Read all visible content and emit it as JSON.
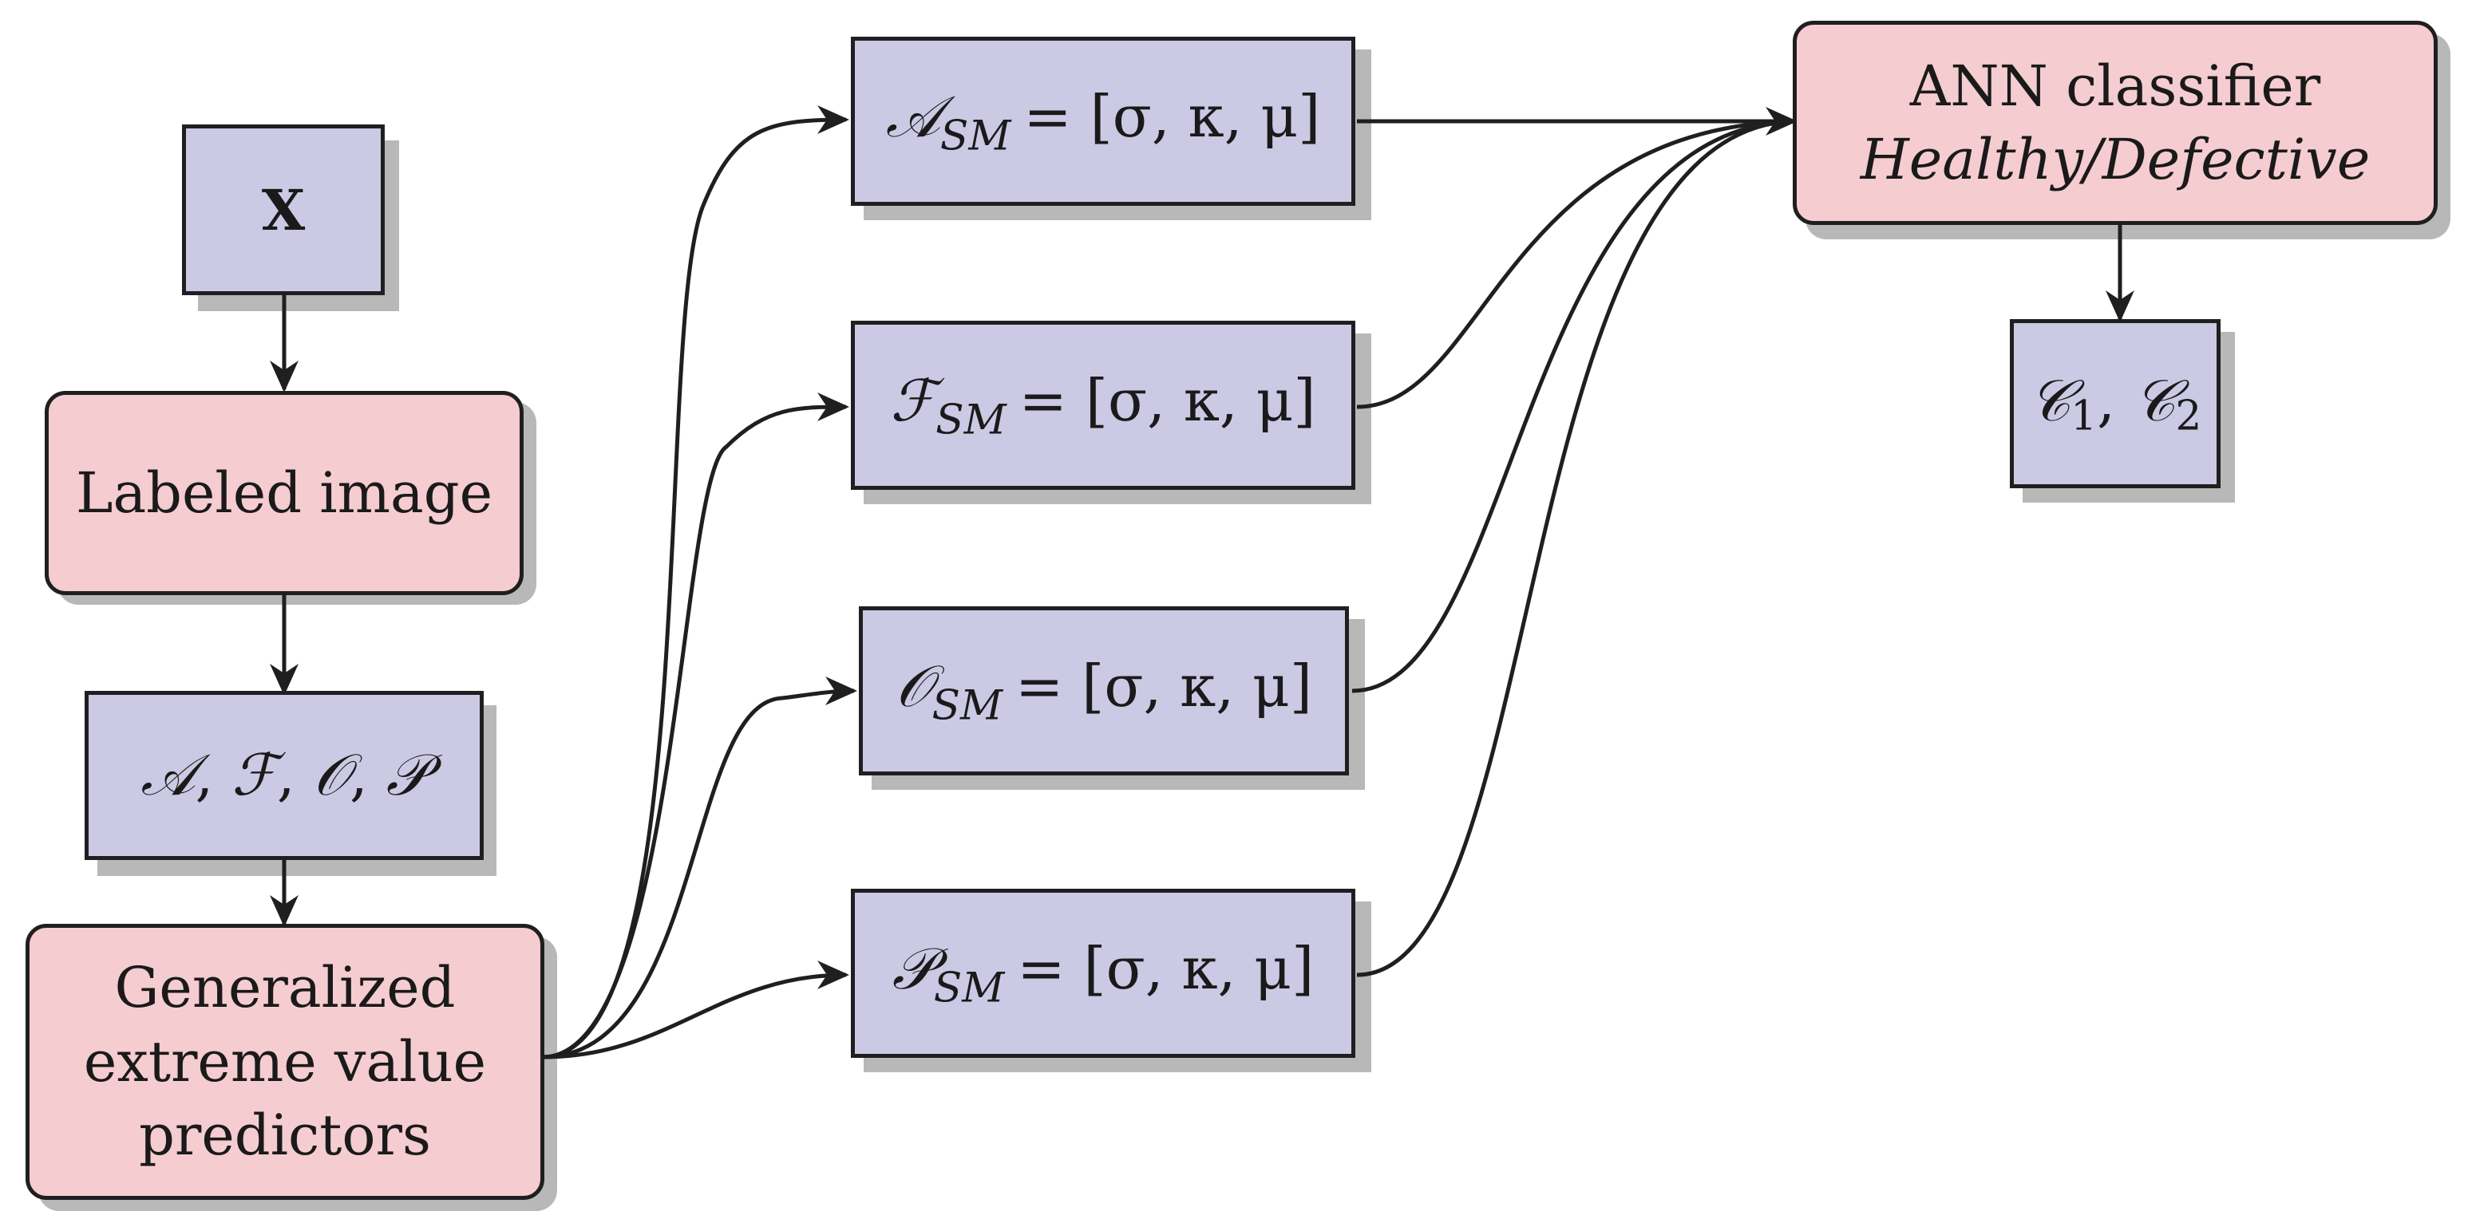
{
  "nodes": {
    "x": {
      "label": "X"
    },
    "labeled_image": {
      "label": "Labeled image"
    },
    "feature_set": {
      "a": "𝒜",
      "f": "ℱ",
      "o": "𝒪",
      "p": "𝒫",
      "sep": ","
    },
    "gev": {
      "line1": "Generalized",
      "line2": "extreme value",
      "line3": "predictors"
    },
    "a_sm": {
      "symbol": "𝒜",
      "subscript": "SM",
      "rhs": "= [σ, κ, μ]"
    },
    "f_sm": {
      "symbol": "ℱ",
      "subscript": "SM",
      "rhs": "= [σ, κ, μ]"
    },
    "o_sm": {
      "symbol": "𝒪",
      "subscript": "SM",
      "rhs": "= [σ, κ, μ]"
    },
    "p_sm": {
      "symbol": "𝒫",
      "subscript": "SM",
      "rhs": "= [σ, κ, μ]"
    },
    "ann": {
      "title": "ANN classifier",
      "subtitle": "Healthy/Defective"
    },
    "classes": {
      "c": "𝒞",
      "one": "1",
      "two": "2",
      "sep": ", "
    }
  },
  "colors": {
    "box_blue": "#cbc9e4",
    "box_pink": "#f5ccd0",
    "stroke": "#1f1f1f",
    "shadow": "#b8b8b8"
  }
}
